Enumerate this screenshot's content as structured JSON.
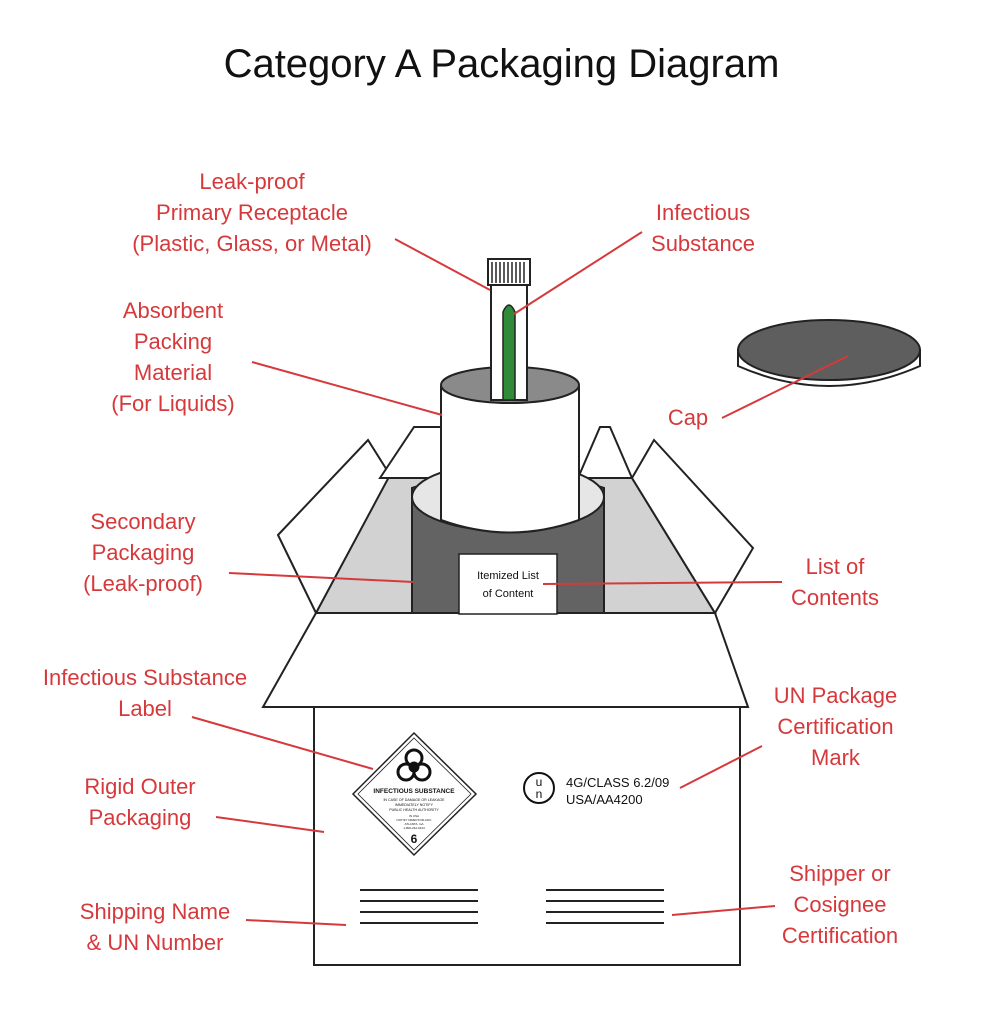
{
  "title": "Category A Packaging Diagram",
  "colors": {
    "label_text": "#d6393c",
    "leader_line": "#d6393c",
    "outline": "#222222",
    "secondary_packaging": "#636363",
    "inner_box": "#d2d2d2",
    "infectious_substance": "#2f8a3a",
    "cap_top": "#5e5e5e"
  },
  "labels": {
    "primary_receptacle": [
      "Leak-proof",
      "Primary Receptacle",
      "(Plastic, Glass, or Metal)"
    ],
    "infectious_substance": [
      "Infectious",
      "Substance"
    ],
    "absorbent": [
      "Absorbent",
      "Packing",
      "Material",
      "(For Liquids)"
    ],
    "cap": [
      "Cap"
    ],
    "secondary_packaging": [
      "Secondary",
      "Packaging",
      "(Leak-proof)"
    ],
    "list_of_contents": [
      "List of",
      "Contents"
    ],
    "infectious_label": [
      "Infectious Substance",
      "Label"
    ],
    "un_mark": [
      "UN Package",
      "Certification",
      "Mark"
    ],
    "rigid_outer": [
      "Rigid Outer",
      "Packaging"
    ],
    "shipping_name": [
      "Shipping Name",
      "& UN Number"
    ],
    "shipper_cert": [
      "Shipper or",
      "Cosignee",
      "Certification"
    ]
  },
  "itemized_list": [
    "Itemized List",
    "of Content"
  ],
  "hazard_label": {
    "heading": "INFECTIOUS SUBSTANCE",
    "small_lines": [
      "IN CASE OF DAMAGE OR LEAKAGE",
      "IMMEDIATELY NOTIFY",
      "PUBLIC HEALTH AUTHORITY"
    ],
    "fine_lines": [
      "IN USA",
      "NOTIFY DIRECTOR-CDC",
      "ATLANTA, GA",
      "1-800-232-0124"
    ],
    "class_number": "6",
    "icon": "biohazard-icon"
  },
  "un_certification": {
    "symbol_letters": [
      "u",
      "n"
    ],
    "lines": [
      "4G/CLASS 6.2/09",
      "USA/AA4200"
    ],
    "icon": "un-symbol-icon"
  }
}
